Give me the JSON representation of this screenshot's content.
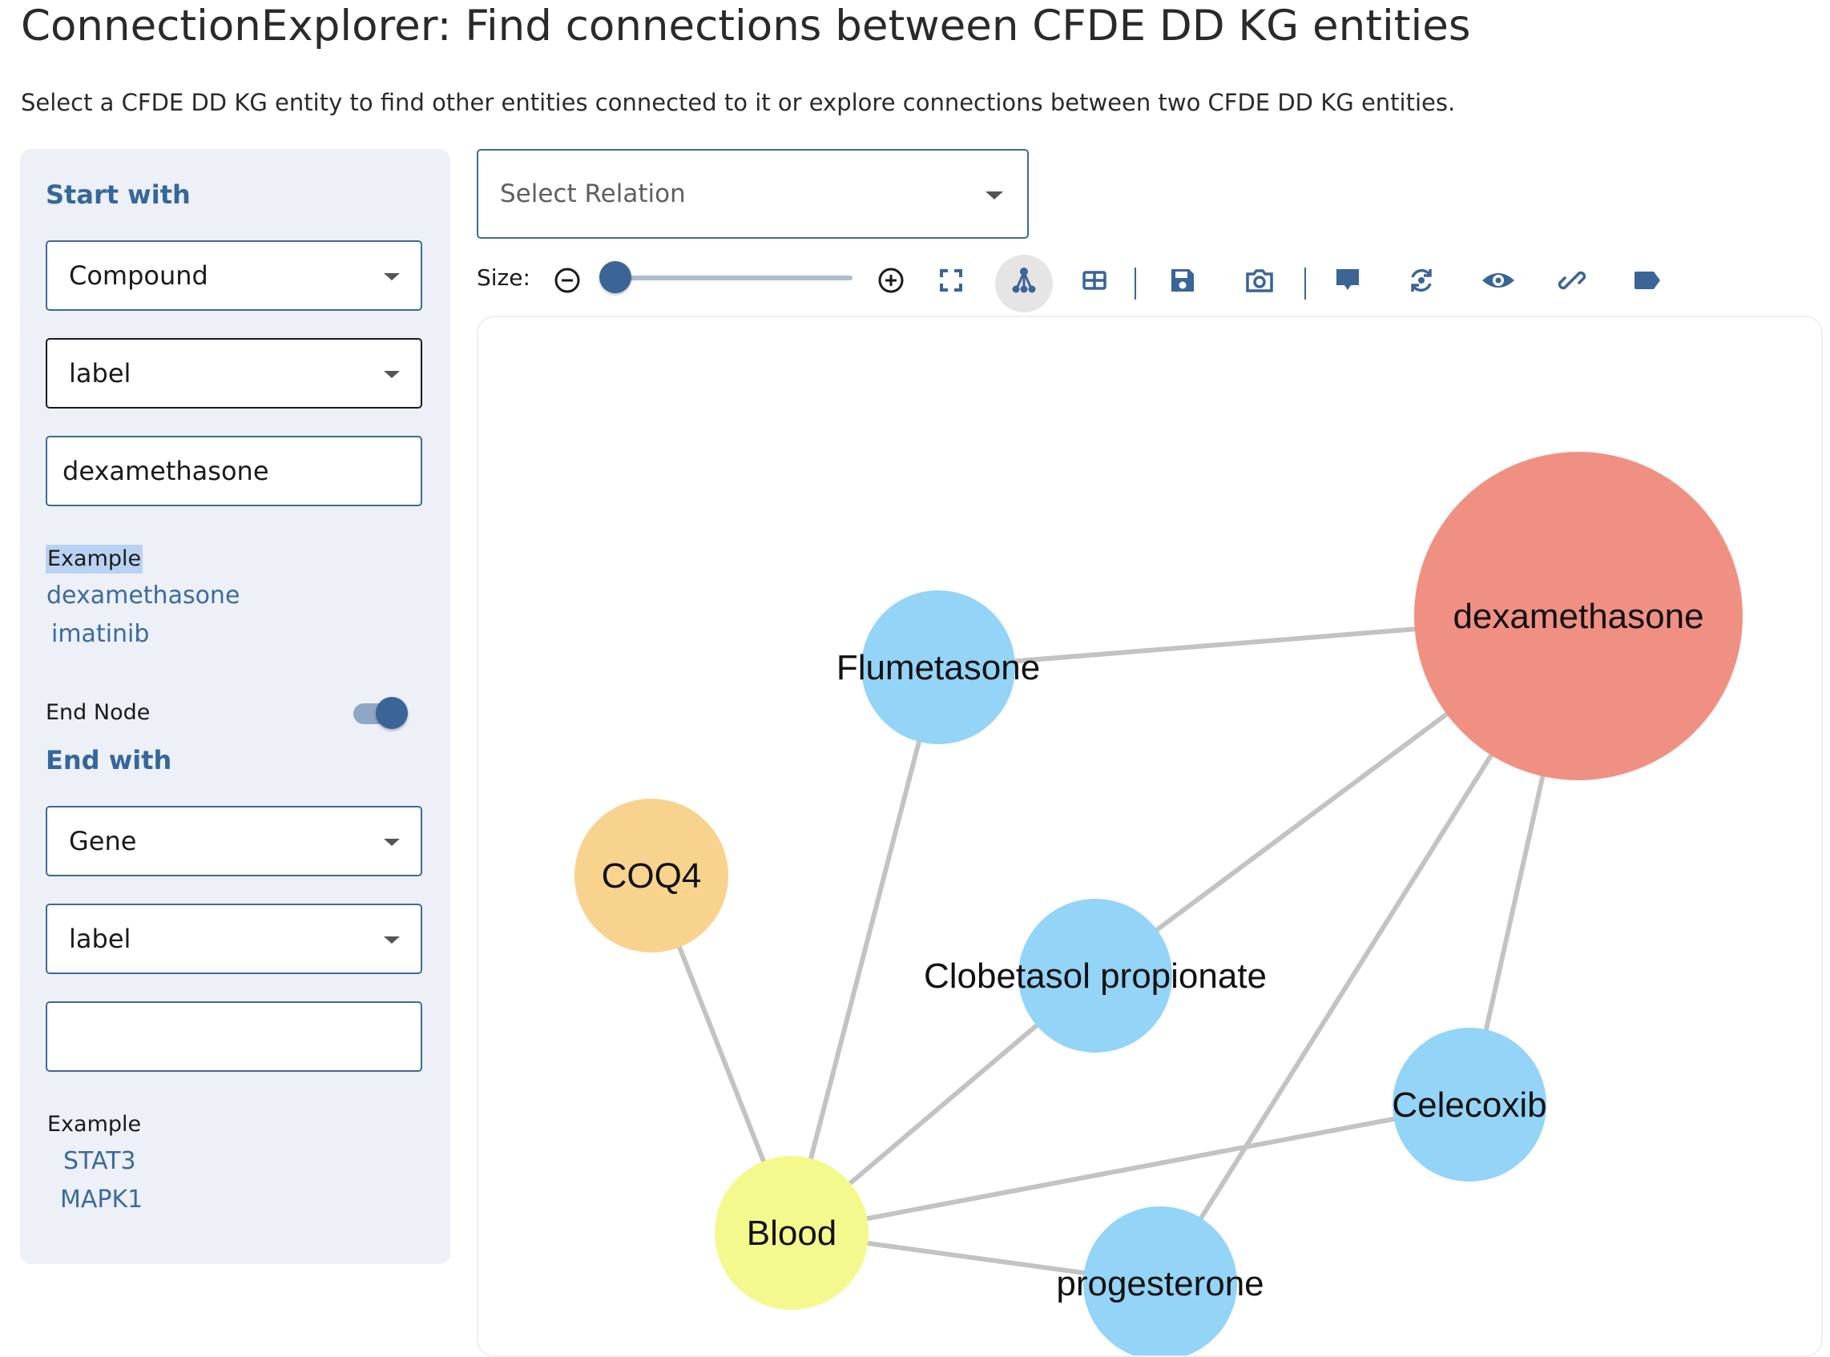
{
  "header": {
    "title": "ConnectionExplorer: Find connections between CFDE DD KG entities",
    "subtitle": "Select a CFDE DD KG entity to find other entities connected to it or explore connections between two CFDE DD KG entities."
  },
  "start": {
    "heading": "Start with",
    "entity_type": "Compound",
    "property": "label",
    "value": "dexamethasone",
    "example_label": "Example",
    "examples": [
      "dexamethasone",
      "imatinib"
    ]
  },
  "end_node": {
    "label": "End Node",
    "enabled": true
  },
  "end": {
    "heading": "End with",
    "entity_type": "Gene",
    "property": "label",
    "value": "",
    "example_label": "Example",
    "examples": [
      "STAT3",
      "MAPK1"
    ]
  },
  "relation": {
    "placeholder": "Select Relation"
  },
  "toolbar": {
    "size_label": "Size:",
    "size_value": 0,
    "icons": [
      "zoom-out-icon",
      "zoom-in-icon",
      "fullscreen-icon",
      "network-layout-icon",
      "table-view-icon",
      "save-icon",
      "camera-icon",
      "comment-icon",
      "refresh-icon",
      "eye-icon",
      "link-icon",
      "tag-icon"
    ]
  },
  "graph": {
    "nodes": [
      {
        "id": "dexamethasone",
        "label": "dexamethasone",
        "type": "Compound",
        "color": "#f09083"
      },
      {
        "id": "flumetasone",
        "label": "Flumetasone",
        "type": "Compound",
        "color": "#93d4f7"
      },
      {
        "id": "coq4",
        "label": "COQ4",
        "type": "Gene",
        "color": "#f7d38e"
      },
      {
        "id": "clobetasol",
        "label": "Clobetasol propionate",
        "type": "Compound",
        "color": "#93d4f7"
      },
      {
        "id": "celecoxib",
        "label": "Celecoxib",
        "type": "Compound",
        "color": "#93d4f7"
      },
      {
        "id": "blood",
        "label": "Blood",
        "type": "Anatomy",
        "color": "#f4f98e"
      },
      {
        "id": "progesterone",
        "label": "progesterone",
        "type": "Compound",
        "color": "#93d4f7"
      }
    ],
    "edges": [
      [
        "flumetasone",
        "dexamethasone"
      ],
      [
        "clobetasol",
        "dexamethasone"
      ],
      [
        "progesterone",
        "dexamethasone"
      ],
      [
        "celecoxib",
        "dexamethasone"
      ],
      [
        "coq4",
        "blood"
      ],
      [
        "flumetasone",
        "blood"
      ],
      [
        "clobetasol",
        "blood"
      ],
      [
        "celecoxib",
        "blood"
      ],
      [
        "progesterone",
        "blood"
      ]
    ],
    "edge_color": "#c3c3c3"
  }
}
